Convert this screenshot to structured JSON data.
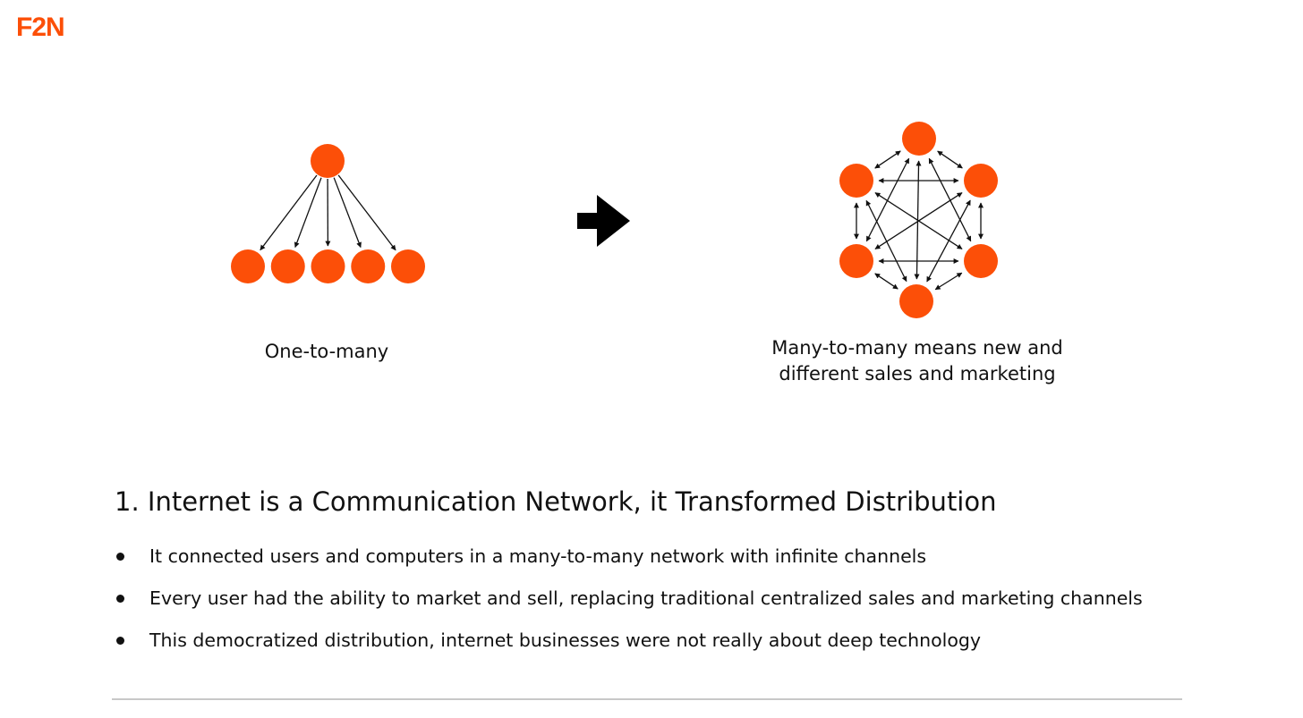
{
  "brand": {
    "logo_text": "F2N",
    "accent_color": "#fc4f08"
  },
  "diagram": {
    "node_color": "#fc4f08",
    "arrow_color": "#111111",
    "left": {
      "caption": "One-to-many",
      "type": "one-to-many",
      "source_nodes": 1,
      "target_nodes": 5
    },
    "transition": {
      "icon": "right-arrow-icon"
    },
    "right": {
      "caption_lines": [
        "Many-to-many means new and",
        "different sales and marketing"
      ],
      "type": "many-to-many",
      "nodes": 6
    }
  },
  "main": {
    "heading": "1. Internet is a Communication Network, it Transformed Distribution",
    "bullets": [
      "It connected users and computers in a many-to-many network with infinite channels",
      "Every user had the ability to market and sell, replacing traditional centralized sales and marketing channels",
      "This democratized distribution, internet businesses were not really about deep technology"
    ]
  }
}
